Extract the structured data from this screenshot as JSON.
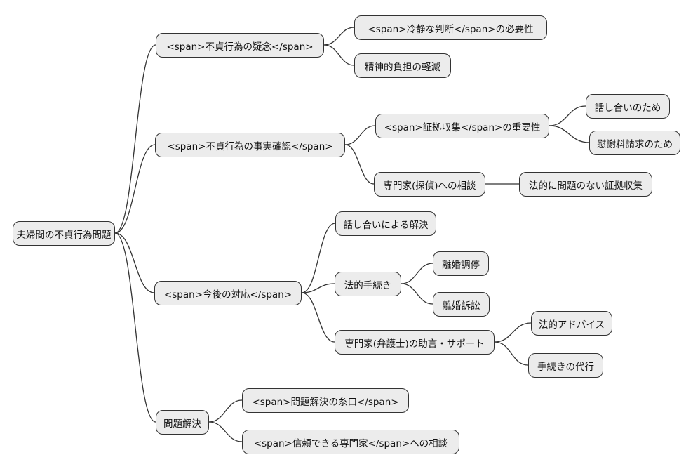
{
  "colors": {
    "background": "#ffffff",
    "node_fill": "#ececec",
    "node_border": "#333333",
    "edge": "#333333",
    "text": "#111111"
  },
  "mindmap": {
    "root": {
      "label": "夫婦間の不貞行為問題"
    },
    "branches": [
      {
        "label": "<span>不貞行為の疑念</span>",
        "children": [
          {
            "label": "<span>冷静な判断</span>の必要性"
          },
          {
            "label": "精神的負担の軽減"
          }
        ]
      },
      {
        "label": "<span>不貞行為の事実確認</span>",
        "children": [
          {
            "label": "<span>証拠収集</span>の重要性",
            "children": [
              {
                "label": "話し合いのため"
              },
              {
                "label": "慰謝料請求のため"
              }
            ]
          },
          {
            "label": "専門家(探偵)への相談",
            "children": [
              {
                "label": "法的に問題のない証拠収集"
              }
            ]
          }
        ]
      },
      {
        "label": "<span>今後の対応</span>",
        "children": [
          {
            "label": "話し合いによる解決"
          },
          {
            "label": "法的手続き",
            "children": [
              {
                "label": "離婚調停"
              },
              {
                "label": "離婚訴訟"
              }
            ]
          },
          {
            "label": "専門家(弁護士)の助言・サポート",
            "children": [
              {
                "label": "法的アドバイス"
              },
              {
                "label": "手続きの代行"
              }
            ]
          }
        ]
      },
      {
        "label": "問題解決",
        "children": [
          {
            "label": "<span>問題解決の糸口</span>"
          },
          {
            "label": "<span>信頼できる専門家</span>への相談"
          }
        ]
      }
    ]
  }
}
